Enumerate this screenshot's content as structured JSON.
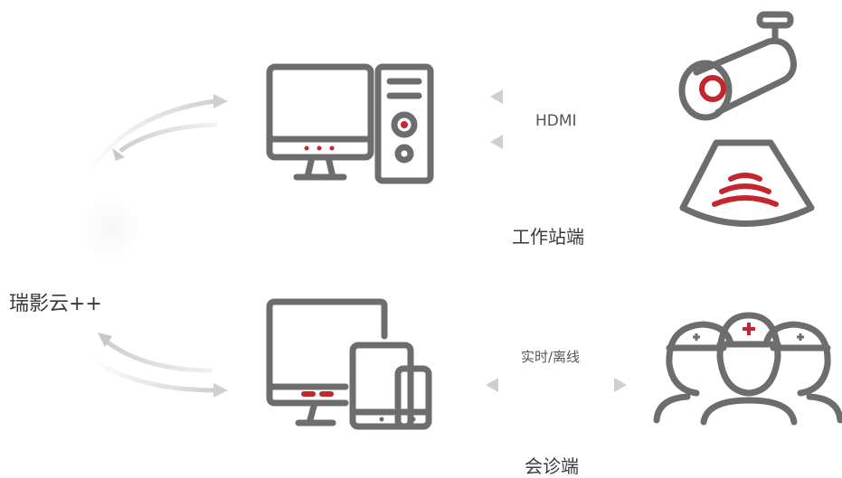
{
  "labels": {
    "cloud": "瑞影云++",
    "workstation": "工作站端",
    "consultation": "会诊端",
    "hdmi": "HDMI",
    "realtime_offline": "实时/离线"
  },
  "colors": {
    "gray": "#6d6d6d",
    "red": "#c4262e",
    "arrow": "#c8c8c8"
  }
}
